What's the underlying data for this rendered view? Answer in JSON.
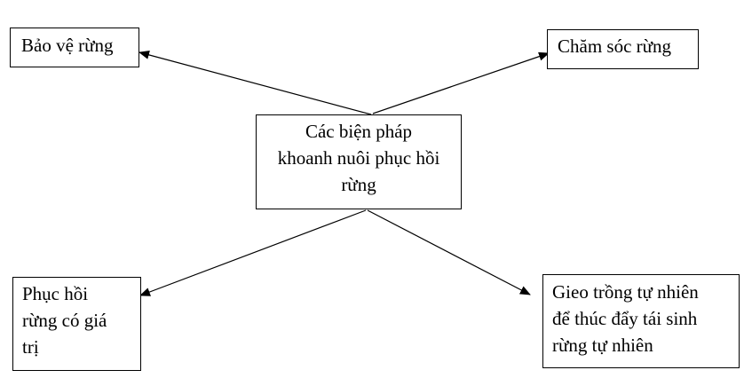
{
  "center": {
    "lines": [
      "Các biện pháp",
      "khoanh nuôi phục hồi",
      "rừng"
    ]
  },
  "top_left": {
    "label": "Bảo vệ rừng"
  },
  "top_right": {
    "label": "Chăm sóc rừng"
  },
  "bottom_left": {
    "lines": [
      "Phục hồi",
      "rừng có giá",
      "trị"
    ]
  },
  "bottom_right": {
    "lines": [
      "Gieo trồng tự nhiên",
      "để thúc đẩy tái sinh",
      "rừng tự nhiên"
    ]
  },
  "colors": {
    "stroke": "#000000",
    "background": "#ffffff"
  }
}
